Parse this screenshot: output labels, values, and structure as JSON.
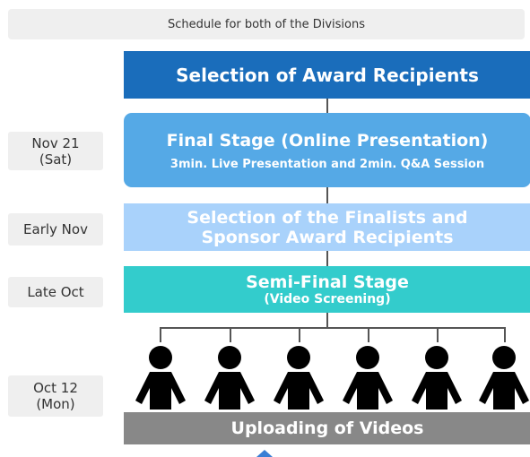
{
  "header": {
    "text": "Schedule for both of the Divisions"
  },
  "dates": [
    {
      "line1": "Nov 21",
      "line2": "(Sat)"
    },
    {
      "line1": "Early Nov",
      "line2": ""
    },
    {
      "line1": "Late Oct",
      "line2": ""
    },
    {
      "line1": "Oct 12",
      "line2": "(Mon)"
    }
  ],
  "stages": {
    "award": {
      "title": "Selection of Award Recipients",
      "color": "#1a6dbb"
    },
    "final": {
      "title": "Final Stage (Online Presentation)",
      "subtitle": "3min. Live Presentation and 2min. Q&A Session",
      "color": "#55a9e6"
    },
    "finalists": {
      "line1": "Selection of the Finalists and",
      "line2": "Sponsor Award Recipients",
      "color": "#a9d2fb"
    },
    "semifinal": {
      "title": "Semi-Final Stage",
      "subtitle": "(Video Screening)",
      "color": "#33cccc"
    },
    "uploading": {
      "title": "Uploading of Videos"
    }
  },
  "participants": {
    "count": 6,
    "icon": "person-icon",
    "color": "#000000"
  },
  "arrow_color": "#3a7fd5"
}
